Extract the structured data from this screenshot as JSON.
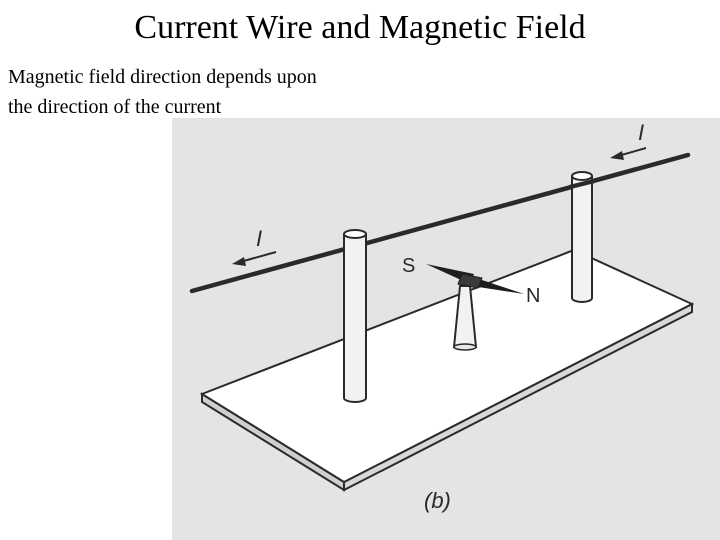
{
  "slide": {
    "title": "Current Wire and Magnetic Field",
    "subtitle_lines": [
      "Magnetic field direction depends upon",
      "the direction of the current"
    ]
  },
  "figure": {
    "labels": {
      "current_right": "I",
      "current_left": "I",
      "south_pole": "S",
      "north_pole": "N",
      "caption": "(b)"
    },
    "colors": {
      "ink": "#2a2a2a",
      "paper": "#e4e4e4",
      "board": "#ffffff",
      "needle": "#1e1e1e"
    }
  }
}
